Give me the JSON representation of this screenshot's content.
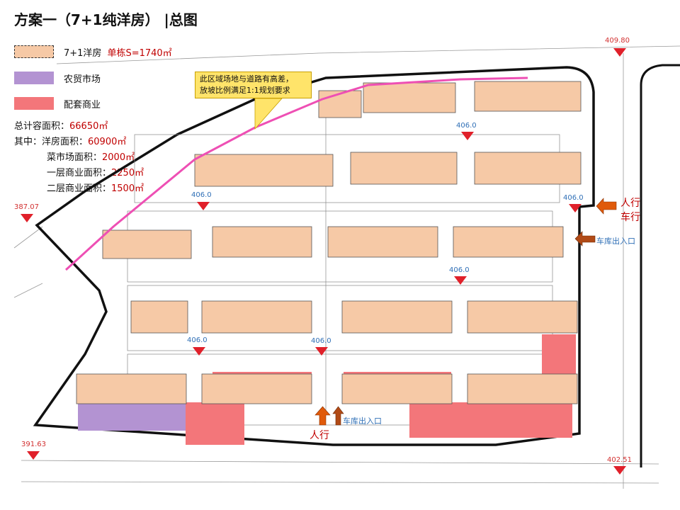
{
  "header": {
    "title": "方案一（7+1纯洋房） |总图"
  },
  "legend": [
    {
      "swatch": "#f6c9a6",
      "border": "#333333",
      "label": "7+1洋房",
      "note": "单栋S=1740㎡"
    },
    {
      "swatch": "#b393d2",
      "border": "#b393d2",
      "label": "农贸市场",
      "note": ""
    },
    {
      "swatch": "#f3767a",
      "border": "#f3767a",
      "label": "配套商业",
      "note": ""
    }
  ],
  "stats": {
    "total_label": "总计容面积：",
    "total_value": "66650㎡",
    "villa_label": "其中：洋房面积：",
    "villa_value": "60900㎡",
    "market_label": "菜市场面积：",
    "market_value": "2000㎡",
    "com1_label": "一层商业面积：",
    "com1_value": "2250㎡",
    "com2_label": "二层商业面积：",
    "com2_value": "1500㎡"
  },
  "callout": {
    "line1": "此区域场地与道路有高差，",
    "line2": "放坡比例满足1:1规划要求"
  },
  "elevations": {
    "ne": "409.80",
    "w": "387.07",
    "sw": "391.63",
    "se": "402.51",
    "e": "406.0",
    "in1": "406.0",
    "in2": "406.0",
    "in3": "406.0",
    "in4": "406.0",
    "in5": "406.0"
  },
  "arrows": {
    "ped_east": "人行",
    "car_east": "车行",
    "garage_east": "车库出入口",
    "ped_south": "人行",
    "garage_south": "车库出入口"
  },
  "colors": {
    "building": "#f6c9a6",
    "market": "#b393d2",
    "commercial": "#f3767a",
    "road_line": "#ee4fb4",
    "boundary": "#111111",
    "elev_red": "#d23030",
    "elev_blue": "#2f6fb6"
  }
}
